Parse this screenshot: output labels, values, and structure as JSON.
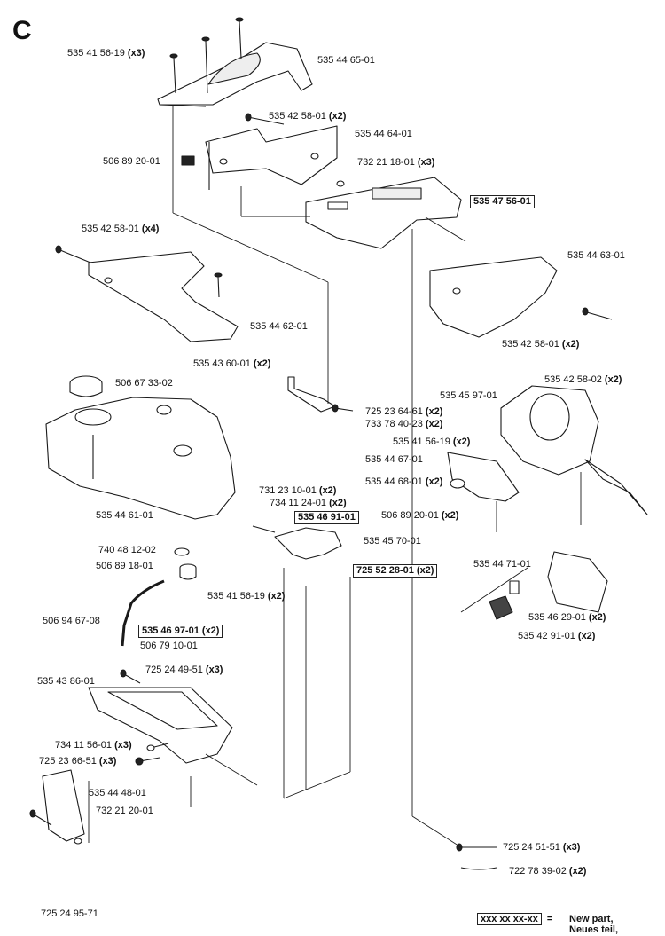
{
  "section_letter": "C",
  "labels": [
    {
      "id": "l01",
      "part": "535 41 56-19",
      "qty": "(x3)"
    },
    {
      "id": "l02",
      "part": "535 44 65-01",
      "qty": ""
    },
    {
      "id": "l03",
      "part": "535 42 58-01",
      "qty": "(x2)"
    },
    {
      "id": "l04",
      "part": "535 44 64-01",
      "qty": ""
    },
    {
      "id": "l05",
      "part": "506 89 20-01",
      "qty": ""
    },
    {
      "id": "l06",
      "part": "732 21 18-01",
      "qty": "(x3)"
    },
    {
      "id": "l07",
      "part": "535 47 56-01",
      "qty": "",
      "boxed": true
    },
    {
      "id": "l08",
      "part": "535 42 58-01",
      "qty": "(x4)"
    },
    {
      "id": "l09",
      "part": "535 44 63-01",
      "qty": ""
    },
    {
      "id": "l10",
      "part": "535 44 62-01",
      "qty": ""
    },
    {
      "id": "l11",
      "part": "535 42 58-01",
      "qty": "(x2)"
    },
    {
      "id": "l12",
      "part": "535 43 60-01",
      "qty": "(x2)"
    },
    {
      "id": "l13",
      "part": "535 42 58-02",
      "qty": "(x2)"
    },
    {
      "id": "l14",
      "part": "506 67 33-02",
      "qty": ""
    },
    {
      "id": "l15",
      "part": "535 45 97-01",
      "qty": ""
    },
    {
      "id": "l16",
      "part": "725 23 64-61",
      "qty": "(x2)"
    },
    {
      "id": "l17",
      "part": "733 78 40-23",
      "qty": "(x2)"
    },
    {
      "id": "l18",
      "part": "535 41 56-19",
      "qty": "(x2)"
    },
    {
      "id": "l19",
      "part": "535 44 67-01",
      "qty": ""
    },
    {
      "id": "l20",
      "part": "535 44 68-01",
      "qty": "(x2)"
    },
    {
      "id": "l21",
      "part": "731 23 10-01",
      "qty": "(x2)"
    },
    {
      "id": "l22",
      "part": "734 11 24-01",
      "qty": "(x2)"
    },
    {
      "id": "l23",
      "part": "535 44 61-01",
      "qty": ""
    },
    {
      "id": "l24",
      "part": "535 46 91-01",
      "qty": "",
      "boxed": true
    },
    {
      "id": "l25",
      "part": "506 89 20-01",
      "qty": "(x2)"
    },
    {
      "id": "l26",
      "part": "535 45 70-01",
      "qty": ""
    },
    {
      "id": "l27",
      "part": "740 48 12-02",
      "qty": ""
    },
    {
      "id": "l28",
      "part": "725 52 28-01",
      "qty": "(x2)",
      "boxed": true
    },
    {
      "id": "l29",
      "part": "535 44 71-01",
      "qty": ""
    },
    {
      "id": "l30",
      "part": "506 89 18-01",
      "qty": ""
    },
    {
      "id": "l31",
      "part": "535 41 56-19",
      "qty": "(x2)"
    },
    {
      "id": "l32",
      "part": "506 94 67-08",
      "qty": ""
    },
    {
      "id": "l33",
      "part": "535 46 29-01",
      "qty": "(x2)"
    },
    {
      "id": "l34",
      "part": "535 46 97-01",
      "qty": "(x2)",
      "boxed": true
    },
    {
      "id": "l35",
      "part": "535 42 91-01",
      "qty": "(x2)"
    },
    {
      "id": "l36",
      "part": "506 79 10-01",
      "qty": ""
    },
    {
      "id": "l37",
      "part": "725 24 49-51",
      "qty": "(x3)"
    },
    {
      "id": "l38",
      "part": "535 43 86-01",
      "qty": ""
    },
    {
      "id": "l39",
      "part": "734 11 56-01",
      "qty": "(x3)"
    },
    {
      "id": "l40",
      "part": "725 23 66-51",
      "qty": "(x3)"
    },
    {
      "id": "l41",
      "part": "535 44 48-01",
      "qty": ""
    },
    {
      "id": "l42",
      "part": "732 21 20-01",
      "qty": ""
    },
    {
      "id": "l43",
      "part": "725 24 51-51",
      "qty": "(x3)"
    },
    {
      "id": "l44",
      "part": "722 78 39-02",
      "qty": "(x2)"
    },
    {
      "id": "l45",
      "part": "725 24 95-71",
      "qty": ""
    }
  ],
  "legend": {
    "code": "xxx xx xx-xx",
    "equals": "=",
    "line1": "New part,",
    "line2": "Neues teil,"
  }
}
